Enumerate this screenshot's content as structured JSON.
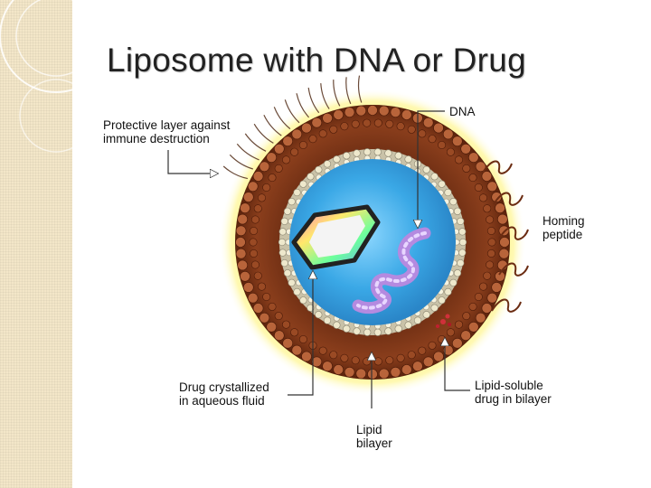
{
  "slide": {
    "title": "Liposome with DNA or Drug"
  },
  "labels": {
    "protective_line1": "Protective layer against",
    "protective_line2": "immune destruction",
    "dna": "DNA",
    "homing_line1": "Homing",
    "homing_line2": "peptide",
    "drug_line1": "Drug crystallized",
    "drug_line2": "in aqueous fluid",
    "lipid_line1": "Lipid",
    "lipid_line2": "bilayer",
    "lipid_soluble_line1": "Lipid-soluble",
    "lipid_soluble_line2": "drug in bilayer"
  },
  "colors": {
    "side_strip": "#f3e6c8",
    "yellow_glow": "#fff36a",
    "outer_bilayer": "#8a3e1c",
    "inner_bilayer": "#d8d2b8",
    "aqueous_core": "#3aa8e6",
    "dna_strand": "#b48ae0",
    "crystal": "#f4f4f4"
  }
}
